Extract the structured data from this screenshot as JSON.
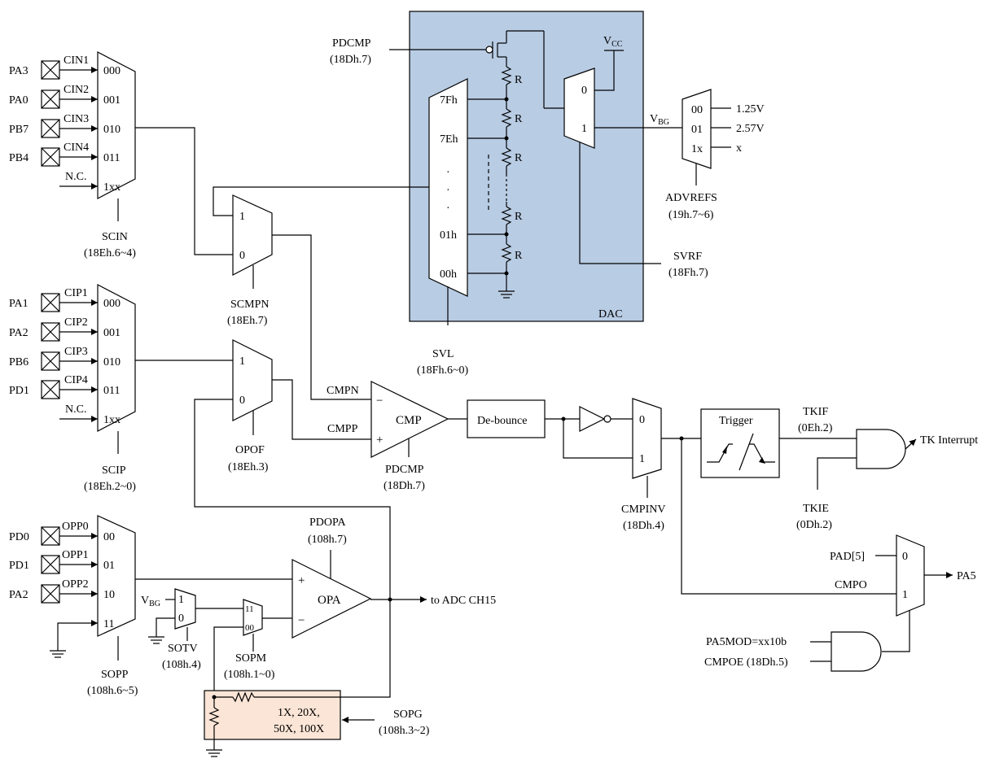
{
  "dac": {
    "label": "DAC",
    "bg": "#b8cce4"
  },
  "gain_box": {
    "line1": "1X, 20X,",
    "line2": "50X, 100X",
    "bg": "#fbe5d6"
  },
  "neg_mux": {
    "pins": [
      "PA3",
      "PA0",
      "PB7",
      "PB4"
    ],
    "inputs": [
      "CIN1",
      "CIN2",
      "CIN3",
      "CIN4",
      "N.C."
    ],
    "codes": [
      "000",
      "001",
      "010",
      "011",
      "1xx"
    ],
    "name": "SCIN",
    "reg": "(18Eh.6~4)"
  },
  "pos_mux": {
    "pins": [
      "PA1",
      "PA2",
      "PB6",
      "PD1"
    ],
    "inputs": [
      "CIP1",
      "CIP2",
      "CIP3",
      "CIP4",
      "N.C."
    ],
    "codes": [
      "000",
      "001",
      "010",
      "011",
      "1xx"
    ],
    "name": "SCIP",
    "reg": "(18Eh.2~0)"
  },
  "opp_mux": {
    "pins": [
      "PD0",
      "PD1",
      "PA2"
    ],
    "inputs": [
      "OPP0",
      "OPP1",
      "OPP2"
    ],
    "codes": [
      "00",
      "01",
      "10",
      "11"
    ],
    "name": "SOPP",
    "reg": "(108h.6~5)"
  },
  "scmpn": {
    "one": "1",
    "zero": "0",
    "name": "SCMPN",
    "reg": "(18Eh.7)"
  },
  "opof": {
    "one": "1",
    "zero": "0",
    "name": "OPOF",
    "reg": "(18Eh.3)"
  },
  "pdcmp_top": {
    "name": "PDCMP",
    "reg": "(18Dh.7)"
  },
  "vcc": {
    "main": "V",
    "sub": "CC"
  },
  "ladder": {
    "taps": [
      "7Fh",
      "7Eh",
      "01h",
      "00h"
    ],
    "r": "R"
  },
  "svrf_mux": {
    "zero": "0",
    "one": "1",
    "name": "SVRF",
    "reg": "(18Fh.7)"
  },
  "vbg": {
    "main": "V",
    "sub": "BG"
  },
  "advrefs": {
    "codes": [
      "00",
      "01",
      "1x"
    ],
    "outputs": [
      "1.25V",
      "2.57V",
      "x"
    ],
    "name": "ADVREFS",
    "reg": "(19h.7~6)"
  },
  "svl": {
    "name": "SVL",
    "reg": "(18Fh.6~0)"
  },
  "cmp": {
    "label": "CMP",
    "minus": "−",
    "plus": "+",
    "in_n": "CMPN",
    "in_p": "CMPP",
    "pd": "PDCMP",
    "pd_reg": "(18Dh.7)"
  },
  "debounce": {
    "label": "De-bounce"
  },
  "cmpinv": {
    "zero": "0",
    "one": "1",
    "name": "CMPINV",
    "reg": "(18Dh.4)"
  },
  "trigger": {
    "label": "Trigger"
  },
  "tkif": {
    "name": "TKIF",
    "reg": "(0Eh.2)"
  },
  "tkie": {
    "name": "TKIE",
    "reg": "(0Dh.2)"
  },
  "tk_out": "TK Interrupt",
  "pa5_mux": {
    "in0": "PAD[5]",
    "zero": "0",
    "in1": "CMPO",
    "one": "1",
    "out": "PA5"
  },
  "pa5_and": {
    "in_a": "PA5MOD=xx10b",
    "in_b": "CMPOE (18Dh.5)"
  },
  "opa": {
    "label": "OPA",
    "plus": "+",
    "minus": "−",
    "pd": "PDOPA",
    "pd_reg": "(108h.7)",
    "out": "to ADC CH15"
  },
  "sotv": {
    "one": "1",
    "zero": "0",
    "name": "SOTV",
    "reg": "(108h.4)"
  },
  "sopm": {
    "eleven": "11",
    "zero": "00",
    "name": "SOPM",
    "reg": "(108h.1~0)"
  },
  "sopg": {
    "name": "SOPG",
    "reg": "(108h.3~2)"
  }
}
